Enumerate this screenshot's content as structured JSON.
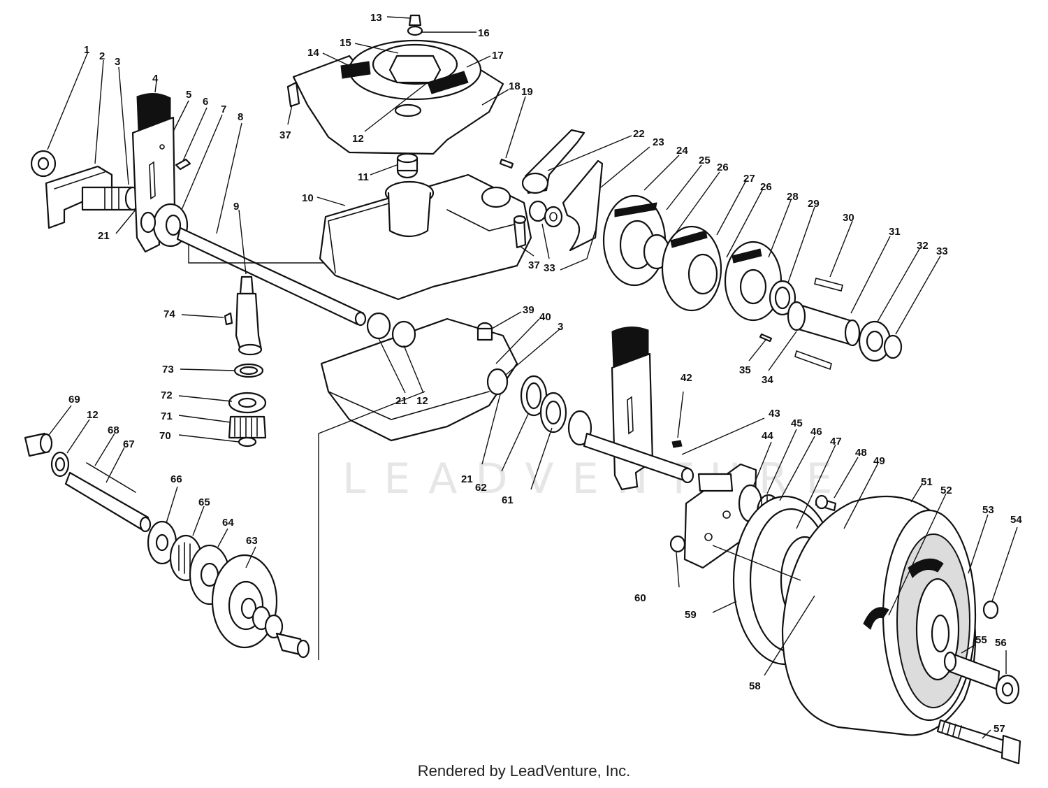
{
  "watermark": {
    "text": "LEADVENTURE"
  },
  "footer": {
    "text": "Rendered by LeadVenture, Inc."
  },
  "callouts": [
    {
      "label": "1"
    },
    {
      "label": "2"
    },
    {
      "label": "3"
    },
    {
      "label": "4"
    },
    {
      "label": "5"
    },
    {
      "label": "6"
    },
    {
      "label": "7"
    },
    {
      "label": "8"
    },
    {
      "label": "9"
    },
    {
      "label": "10"
    },
    {
      "label": "11"
    },
    {
      "label": "12"
    },
    {
      "label": "13"
    },
    {
      "label": "14"
    },
    {
      "label": "15"
    },
    {
      "label": "16"
    },
    {
      "label": "17"
    },
    {
      "label": "18"
    },
    {
      "label": "19"
    },
    {
      "label": "21"
    },
    {
      "label": "22"
    },
    {
      "label": "23"
    },
    {
      "label": "24"
    },
    {
      "label": "25"
    },
    {
      "label": "26"
    },
    {
      "label": "27"
    },
    {
      "label": "26"
    },
    {
      "label": "28"
    },
    {
      "label": "29"
    },
    {
      "label": "30"
    },
    {
      "label": "31"
    },
    {
      "label": "32"
    },
    {
      "label": "33"
    },
    {
      "label": "33"
    },
    {
      "label": "34"
    },
    {
      "label": "35"
    },
    {
      "label": "37"
    },
    {
      "label": "37"
    },
    {
      "label": "39"
    },
    {
      "label": "40"
    },
    {
      "label": "3"
    },
    {
      "label": "42"
    },
    {
      "label": "43"
    },
    {
      "label": "44"
    },
    {
      "label": "45"
    },
    {
      "label": "46"
    },
    {
      "label": "47"
    },
    {
      "label": "48"
    },
    {
      "label": "49"
    },
    {
      "label": "51"
    },
    {
      "label": "52"
    },
    {
      "label": "53"
    },
    {
      "label": "54"
    },
    {
      "label": "55"
    },
    {
      "label": "56"
    },
    {
      "label": "57"
    },
    {
      "label": "58"
    },
    {
      "label": "59"
    },
    {
      "label": "60"
    },
    {
      "label": "61"
    },
    {
      "label": "62"
    },
    {
      "label": "21"
    },
    {
      "label": "63"
    },
    {
      "label": "64"
    },
    {
      "label": "65"
    },
    {
      "label": "66"
    },
    {
      "label": "67"
    },
    {
      "label": "68"
    },
    {
      "label": "12"
    },
    {
      "label": "69"
    },
    {
      "label": "70"
    },
    {
      "label": "71"
    },
    {
      "label": "72"
    },
    {
      "label": "73"
    },
    {
      "label": "74"
    },
    {
      "label": "21"
    },
    {
      "label": "12"
    }
  ]
}
